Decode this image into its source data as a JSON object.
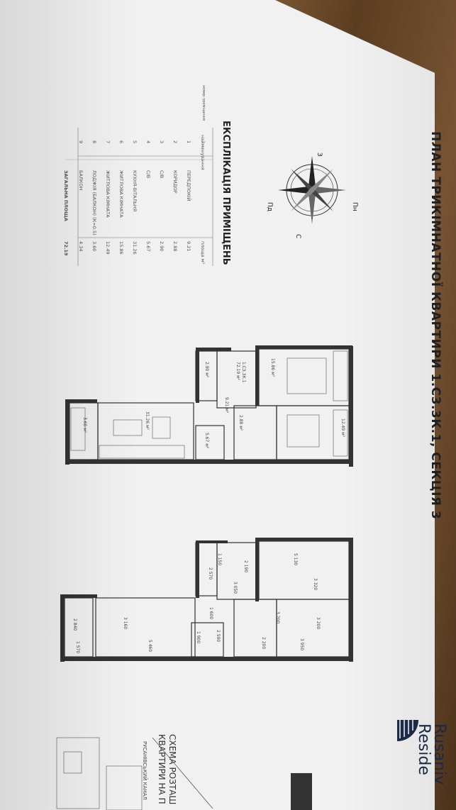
{
  "document": {
    "title": "ПЛАН ТРИКІМНАТНОЇ КВАРТИРИ 1.С3.3К.1, СЕКЦІЯ 3",
    "brand_line1": "Rusaniv",
    "brand_line2": "Reside",
    "scheme_line1": "СХЕМА РОЗТАШ",
    "scheme_line2": "КВАРТИРИ НА П",
    "street_label": "РУСАНІВСЬКИЙ КАНАЛ"
  },
  "compass": {
    "north": "Пн",
    "south": "Пд",
    "west": "З",
    "east": "С"
  },
  "explication": {
    "heading": "ЕКСПЛІКАЦІЯ ПРИМІЩЕНЬ",
    "col_num": "номер приміщення",
    "col_name": "найменування",
    "col_area": "площа м²",
    "rooms": [
      {
        "num": "1",
        "name": "ПЕРЕДПОКІЙ",
        "area": "9.21"
      },
      {
        "num": "2",
        "name": "КОРИДОР",
        "area": "2.88"
      },
      {
        "num": "3",
        "name": "С/В",
        "area": "2.90"
      },
      {
        "num": "4",
        "name": "С/В",
        "area": "5.67"
      },
      {
        "num": "5",
        "name": "КУХНЯ-ВІТАЛЬНЯ",
        "area": "31.26"
      },
      {
        "num": "6",
        "name": "ЖИТЛОВА КІМНАТА",
        "area": "15.86"
      },
      {
        "num": "7",
        "name": "ЖИТЛОВА КІМНАТА",
        "area": "12.49"
      },
      {
        "num": "8",
        "name": "ЛОДЖІЯ (БАЛКОН) (К=0.5)",
        "area": "3.60"
      },
      {
        "num": "9",
        "name": "БАЛКОН",
        "area": "4.34"
      }
    ],
    "total_label": "ЗАГАЛЬНА ПЛОЩА",
    "total_area": "72.19"
  },
  "plan_labels": {
    "room1": "9.21 м²",
    "room6": "15.86 м²",
    "room7": "12.49 м²",
    "room5": "31.26 м²",
    "room8": "3.60 м²",
    "room3": "2.90 м²",
    "room4": "5.67 м²",
    "room2": "2.88 м²",
    "section": "1.С3.3К.1",
    "section_area": "72.19 м²"
  },
  "dimensions": [
    "5 130",
    "3 320",
    "2 190",
    "3 050",
    "2 570",
    "1 150",
    "2 590",
    "1 600",
    "2 200",
    "3 200",
    "3 950",
    "3 200",
    "2 840",
    "1 570",
    "5 460",
    "3 160",
    "1 900"
  ]
}
